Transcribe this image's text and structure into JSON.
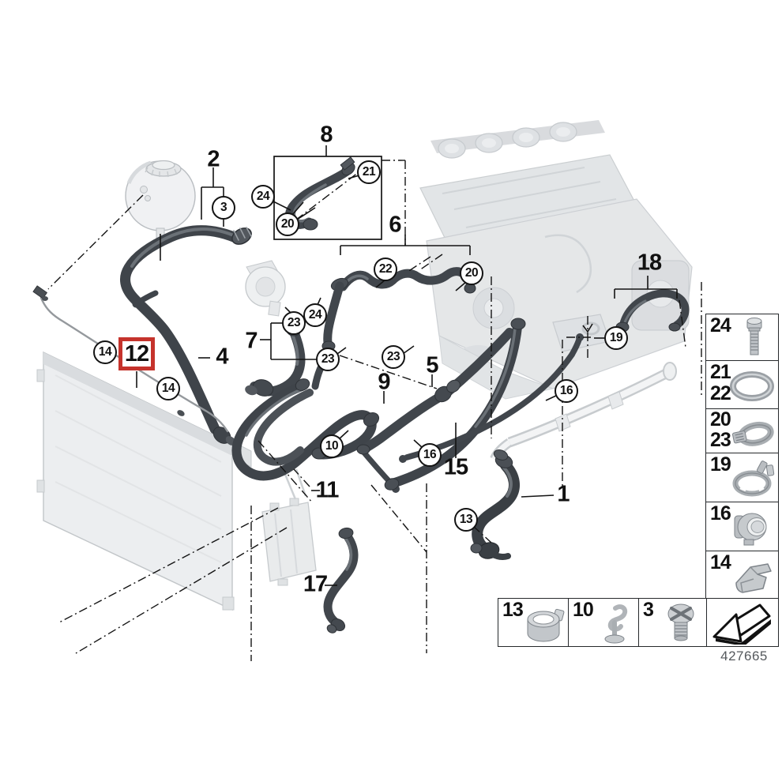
{
  "diagram": {
    "type": "exploded-parts-diagram",
    "subject": "engine cooling system hoses",
    "highlight_color": "#c5332c",
    "highlighted_callout": "12"
  },
  "callouts": {
    "plain": [
      {
        "label": "2"
      },
      {
        "label": "8"
      },
      {
        "label": "6"
      },
      {
        "label": "7"
      },
      {
        "label": "4"
      },
      {
        "label": "5"
      },
      {
        "label": "9"
      },
      {
        "label": "15"
      },
      {
        "label": "11"
      },
      {
        "label": "1"
      },
      {
        "label": "17"
      },
      {
        "label": "18"
      }
    ],
    "circled": [
      {
        "label": "3"
      },
      {
        "label": "24"
      },
      {
        "label": "21"
      },
      {
        "label": "20"
      },
      {
        "label": "22"
      },
      {
        "label": "20"
      },
      {
        "label": "23"
      },
      {
        "label": "24"
      },
      {
        "label": "23"
      },
      {
        "label": "23"
      },
      {
        "label": "14"
      },
      {
        "label": "14"
      },
      {
        "label": "10"
      },
      {
        "label": "16"
      },
      {
        "label": "16"
      },
      {
        "label": "13"
      },
      {
        "label": "19"
      }
    ],
    "highlighted": {
      "label": "12"
    }
  },
  "legend": {
    "sidebar": [
      {
        "numbers": [
          "24"
        ],
        "icon": "bolt-icon"
      },
      {
        "numbers": [
          "21",
          "22"
        ],
        "icon": "o-ring-icon"
      },
      {
        "numbers": [
          "20",
          "23"
        ],
        "icon": "hose-clamp-icon"
      },
      {
        "numbers": [
          "19"
        ],
        "icon": "spring-band-clamp-icon"
      },
      {
        "numbers": [
          "16"
        ],
        "icon": "connector-sleeve-icon"
      },
      {
        "numbers": [
          "14"
        ],
        "icon": "retaining-clip-icon"
      }
    ],
    "bottom": [
      {
        "numbers": [
          "13"
        ],
        "icon": "ring-clamp-icon"
      },
      {
        "numbers": [
          "10"
        ],
        "icon": "spring-clip-icon"
      },
      {
        "numbers": [
          "3"
        ],
        "icon": "screw-plug-icon"
      },
      {
        "numbers": [],
        "icon": "direction-arrow-icon"
      }
    ]
  },
  "footer": {
    "part_number": "427665"
  }
}
